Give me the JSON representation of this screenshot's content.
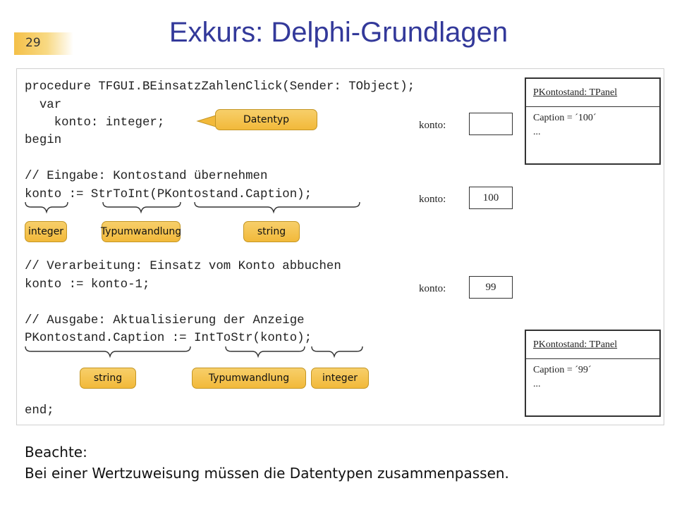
{
  "slide_number": "29",
  "title": "Exkurs: Delphi-Grundlagen",
  "code_lines": [
    "procedure TFGUI.BEinsatzZahlenClick(Sender: TObject);",
    "  var",
    "    konto: integer;",
    "begin",
    "// Eingabe: Kontostand übernehmen",
    "konto := StrToInt(PKontostand.Caption);",
    "// Verarbeitung: Einsatz vom Konto abbuchen",
    "konto := konto-1;",
    "// Ausgabe: Aktualisierung der Anzeige",
    "PKontostand.Caption := IntToStr(konto);",
    "end;"
  ],
  "callouts": {
    "datentyp": "Datentyp",
    "integer_1": "integer",
    "typumwandlung_1": "Typumwandlung",
    "string_1": "string",
    "string_2": "string",
    "typumwandlung_2": "Typumwandlung",
    "integer_2": "integer"
  },
  "konto_states": [
    {
      "label": "konto:",
      "value": ""
    },
    {
      "label": "konto:",
      "value": "100"
    },
    {
      "label": "konto:",
      "value": "99"
    }
  ],
  "objects": [
    {
      "name": "PKontostand: TPanel",
      "caption": "Caption = ´100´",
      "more": "..."
    },
    {
      "name": "PKontostand: TPanel",
      "caption": "Caption = ´99´",
      "more": "..."
    }
  ],
  "note": {
    "heading": "Beachte:",
    "text": "Bei einer Wertzuweisung müssen die Datentypen zusammenpassen."
  },
  "colors": {
    "title": "#33399a",
    "callout_fill": "#f2b93a",
    "slide_number_bar": "#f4c048"
  }
}
